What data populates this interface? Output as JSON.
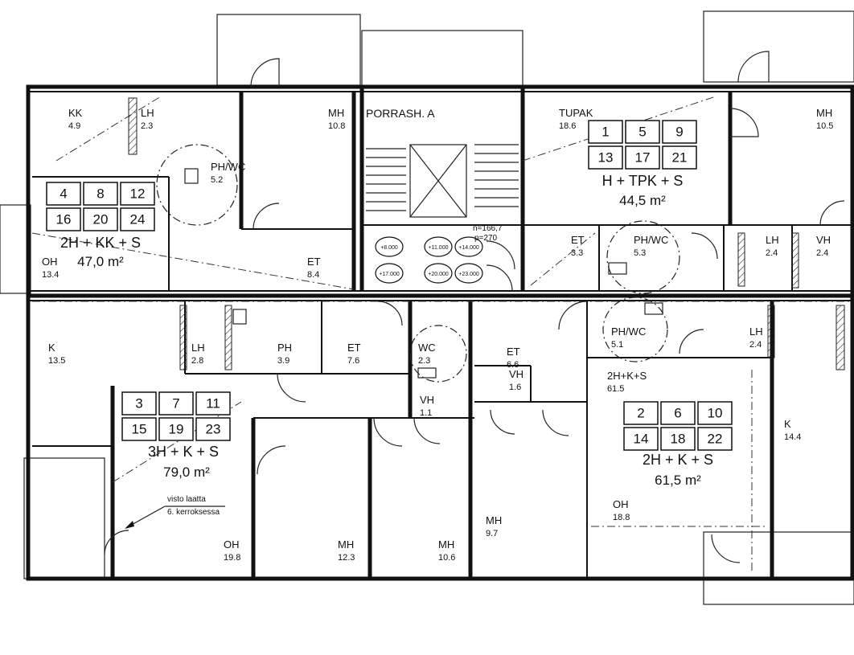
{
  "stair_title": "PORRASH. A",
  "apartments": [
    {
      "id": "apt-left-top",
      "numbers": [
        "4",
        "8",
        "12",
        "16",
        "20",
        "24"
      ],
      "type": "2H + KK + S",
      "area": "47,0 m²"
    },
    {
      "id": "apt-right-top",
      "numbers": [
        "1",
        "5",
        "9",
        "13",
        "17",
        "21"
      ],
      "type": "H + TPK + S",
      "area": "44,5 m²"
    },
    {
      "id": "apt-left-bottom",
      "numbers": [
        "3",
        "7",
        "11",
        "15",
        "19",
        "23"
      ],
      "type": "3H + K + S",
      "area": "79,0 m²"
    },
    {
      "id": "apt-right-bottom",
      "numbers": [
        "2",
        "6",
        "10",
        "14",
        "18",
        "22"
      ],
      "type": "2H + K + S",
      "area": "61,5 m²"
    }
  ],
  "rooms": [
    {
      "code": "KK",
      "area": "4.9"
    },
    {
      "code": "LH",
      "area": "2.3"
    },
    {
      "code": "PH/WC",
      "area": "5.2"
    },
    {
      "code": "MH",
      "area": "10.8"
    },
    {
      "code": "OH",
      "area": "13.4"
    },
    {
      "code": "ET",
      "area": "8.4"
    },
    {
      "code": "TUPAK",
      "area": "18.6"
    },
    {
      "code": "MH",
      "area": "10.5"
    },
    {
      "code": "ET",
      "area": "3.3"
    },
    {
      "code": "PH/WC",
      "area": "5.3"
    },
    {
      "code": "LH",
      "area": "2.4"
    },
    {
      "code": "VH",
      "area": "2.4"
    },
    {
      "code": "K",
      "area": "13.5"
    },
    {
      "code": "LH",
      "area": "2.8"
    },
    {
      "code": "PH",
      "area": "3.9"
    },
    {
      "code": "ET",
      "area": "7.6"
    },
    {
      "code": "WC",
      "area": "2.3"
    },
    {
      "code": "ET",
      "area": "6.6"
    },
    {
      "code": "PH/WC",
      "area": "5.1"
    },
    {
      "code": "LH",
      "area": "2.4"
    },
    {
      "code": "VH",
      "area": "1.6"
    },
    {
      "code": "VH",
      "area": "1.1"
    },
    {
      "code": "2H+K+S",
      "area": "61.5"
    },
    {
      "code": "K",
      "area": "14.4"
    },
    {
      "code": "MH",
      "area": "9.7"
    },
    {
      "code": "OH",
      "area": "18.8"
    },
    {
      "code": "OH",
      "area": "19.8"
    },
    {
      "code": "MH",
      "area": "12.3"
    },
    {
      "code": "MH",
      "area": "10.6"
    }
  ],
  "notes": {
    "slab_line1": "visto laatta",
    "slab_line2": "6. kerroksessa",
    "stair_dims_line1": "n=166,7",
    "stair_dims_line2": "p=270"
  },
  "stair_markers": [
    "+8.000",
    "+11.000",
    "+14.000",
    "+17.000",
    "+20.000",
    "+23.000"
  ]
}
